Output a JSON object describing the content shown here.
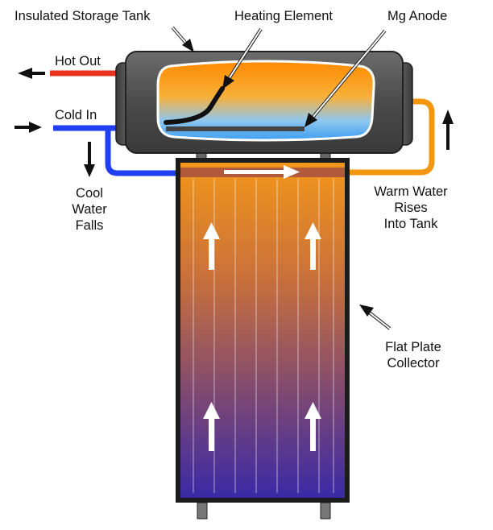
{
  "labels": {
    "insulated_storage_tank": "Insulated Storage Tank",
    "heating_element": "Heating Element",
    "mg_anode": "Mg Anode",
    "hot_out": "Hot Out",
    "cold_in": "Cold In",
    "cool_water_falls": [
      "Cool",
      "Water",
      "Falls"
    ],
    "warm_water_rises": [
      "Warm Water",
      "Rises",
      "Into Tank"
    ],
    "flat_plate_collector": [
      "Flat Plate",
      "Collector"
    ]
  },
  "colors": {
    "hot_pipe": "#e8321e",
    "cold_pipe": "#1f3ff0",
    "warm_pipe": "#f5960f",
    "tank_body": "#4a4a4a",
    "collector_top": "#f39418",
    "collector_bottom": "#3a2aa0"
  },
  "icons": {
    "pointer_arrows": "hollow-pointer-arrow",
    "flow_arrows": "white-up-arrow"
  }
}
